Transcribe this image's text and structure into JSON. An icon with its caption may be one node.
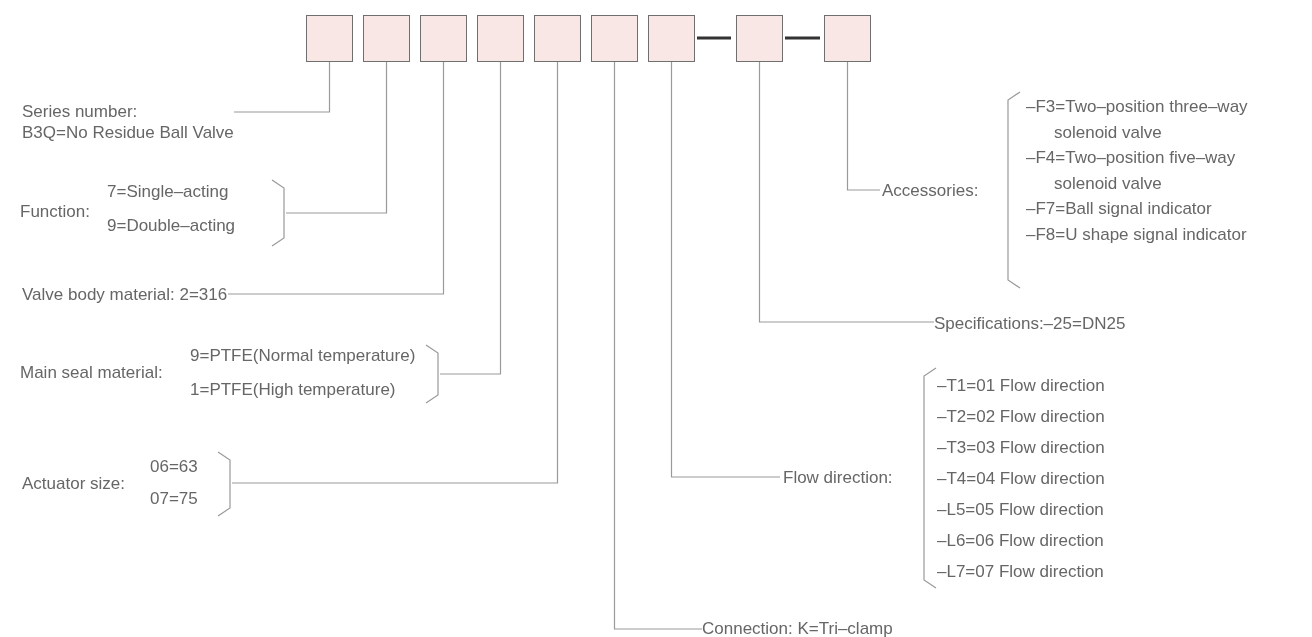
{
  "diagram": {
    "nodes": [
      {
        "text": [],
        "shape": "box"
      },
      {
        "text": [],
        "shape": "box"
      },
      {
        "text": [],
        "shape": "box"
      },
      {
        "text": [],
        "shape": "box"
      },
      {
        "text": [],
        "shape": "box"
      },
      {
        "text": [],
        "shape": "box"
      },
      {
        "text": [],
        "shape": "box"
      },
      {
        "text": [],
        "shape": "box"
      },
      {
        "text": [],
        "shape": "box"
      },
      {
        "text": [
          "Series number:",
          "B3Q=No Residue Ball Valve"
        ]
      },
      {
        "text": [
          "Function:",
          "7=Single–acting",
          "9=Double–acting"
        ]
      },
      {
        "text": [
          "Valve body material:  2=316"
        ]
      },
      {
        "text": [
          "Main seal material:",
          "9=PTFE(Normal temperature)",
          "1=PTFE(High temperature)"
        ]
      },
      {
        "text": [
          "Actuator size:",
          "06=63",
          "07=75"
        ]
      },
      {
        "text": [
          "Connection: K=Tri–clamp"
        ]
      },
      {
        "text": [
          "Flow direction:",
          "–T1=01 Flow direction",
          "–T2=02 Flow direction",
          "–T3=03 Flow direction",
          "–T4=04 Flow direction",
          "–L5=05 Flow direction",
          "–L6=06 Flow direction",
          "–L7=07 Flow direction"
        ]
      },
      {
        "text": [
          "Specifications:–25=DN25"
        ]
      },
      {
        "text": [
          "Accessories:",
          "–F3=Two–position three–way solenoid valve",
          "–F4=Two–position five–way solenoid valve",
          "–F7=Ball signal indicator",
          "–F8=U shape signal indicator"
        ]
      }
    ],
    "edges": [
      {
        "from": 9,
        "to": 0,
        "arrow": "none"
      },
      {
        "from": 10,
        "to": 1,
        "arrow": "none"
      },
      {
        "from": 11,
        "to": 2,
        "arrow": "none"
      },
      {
        "from": 12,
        "to": 3,
        "arrow": "none"
      },
      {
        "from": 13,
        "to": 4,
        "arrow": "none"
      },
      {
        "from": 14,
        "to": 5,
        "arrow": "none"
      },
      {
        "from": 15,
        "to": 6,
        "arrow": "none"
      },
      {
        "from": 16,
        "to": 7,
        "arrow": "none"
      },
      {
        "from": 17,
        "to": 8,
        "arrow": "none"
      }
    ]
  }
}
